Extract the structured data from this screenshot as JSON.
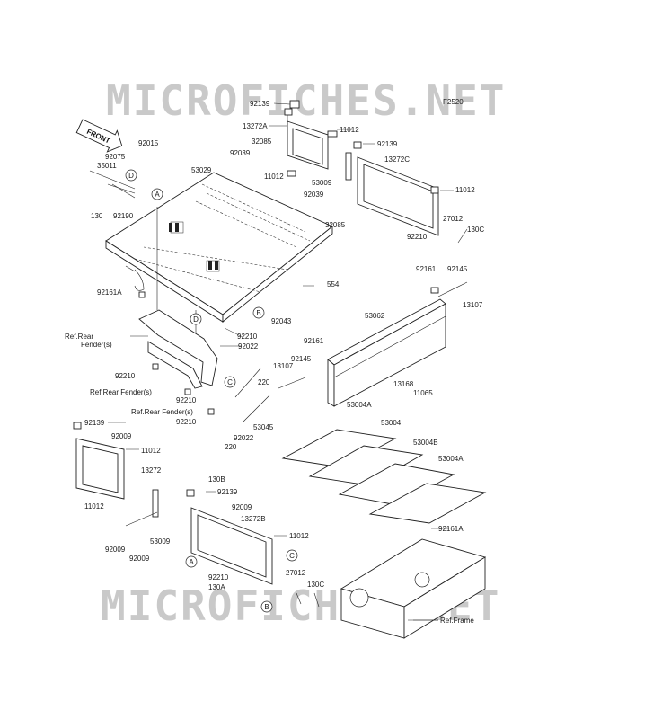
{
  "watermark_top": "MICROFICHES.NET",
  "watermark_bottom": "MICROFICHES.NET",
  "diagram_code": "F2520",
  "front_tag": "FRONT",
  "labels": {
    "l92139a": "92139",
    "l13272a": "13272A",
    "l32085a": "32085",
    "l92039a": "92039",
    "l11012a": "11012",
    "l11012b": "11012",
    "l92139b": "92139",
    "l13272c": "13272C",
    "l53009a": "53009",
    "l11012c": "11012",
    "l92039b": "92039",
    "l32085b": "32085",
    "l27012a": "27012",
    "l130ca": "130C",
    "l92210a": "92210",
    "l92161a": "92161",
    "l92145a": "92145",
    "l13107a": "13107",
    "l53062": "53062",
    "l92161b": "92161",
    "l92145b": "92145",
    "l13107b": "13107",
    "l220a": "220",
    "l92022a": "92022",
    "l13168": "13168",
    "l11065": "11065",
    "l53045": "53045",
    "l92022b": "92022",
    "l220b": "220",
    "l53004a1": "53004A",
    "l53004": "53004",
    "l53004b": "53004B",
    "l53004a2": "53004A",
    "l92015": "92015",
    "l92075": "92075",
    "l35011": "35011",
    "l130": "130",
    "l92190": "92190",
    "l53029": "53029",
    "l554": "554",
    "l92043": "92043",
    "l92161A": "92161A",
    "l92210b": "92210",
    "lRefRear1": "Ref.Rear",
    "lRefRear1b": "Fender(s)",
    "l92210c": "92210",
    "lRefRear2": "Ref.Rear Fender(s)",
    "l92210d": "92210",
    "lRefRear3": "Ref.Rear Fender(s)",
    "l92210e": "92210",
    "l92139c": "92139",
    "l92009a": "92009",
    "l11012d": "11012",
    "l13272": "13272",
    "l11012e": "11012",
    "l92009b": "92009",
    "l53009b": "53009",
    "l92009c": "92009",
    "l130b": "130B",
    "l92139d": "92139",
    "l92009d": "92009",
    "l13272b": "13272B",
    "l11012f": "11012",
    "l27012b": "27012",
    "l92210f": "92210",
    "l130a": "130A",
    "l130cb": "130C",
    "l92161A2": "92161A",
    "lRefFrame": "Ref.Frame"
  },
  "callouts": {
    "cA1": "A",
    "cD1": "D",
    "cB1": "B",
    "cC1": "C",
    "cD2": "D",
    "cA2": "A",
    "cB2": "B",
    "cC2": "C"
  }
}
